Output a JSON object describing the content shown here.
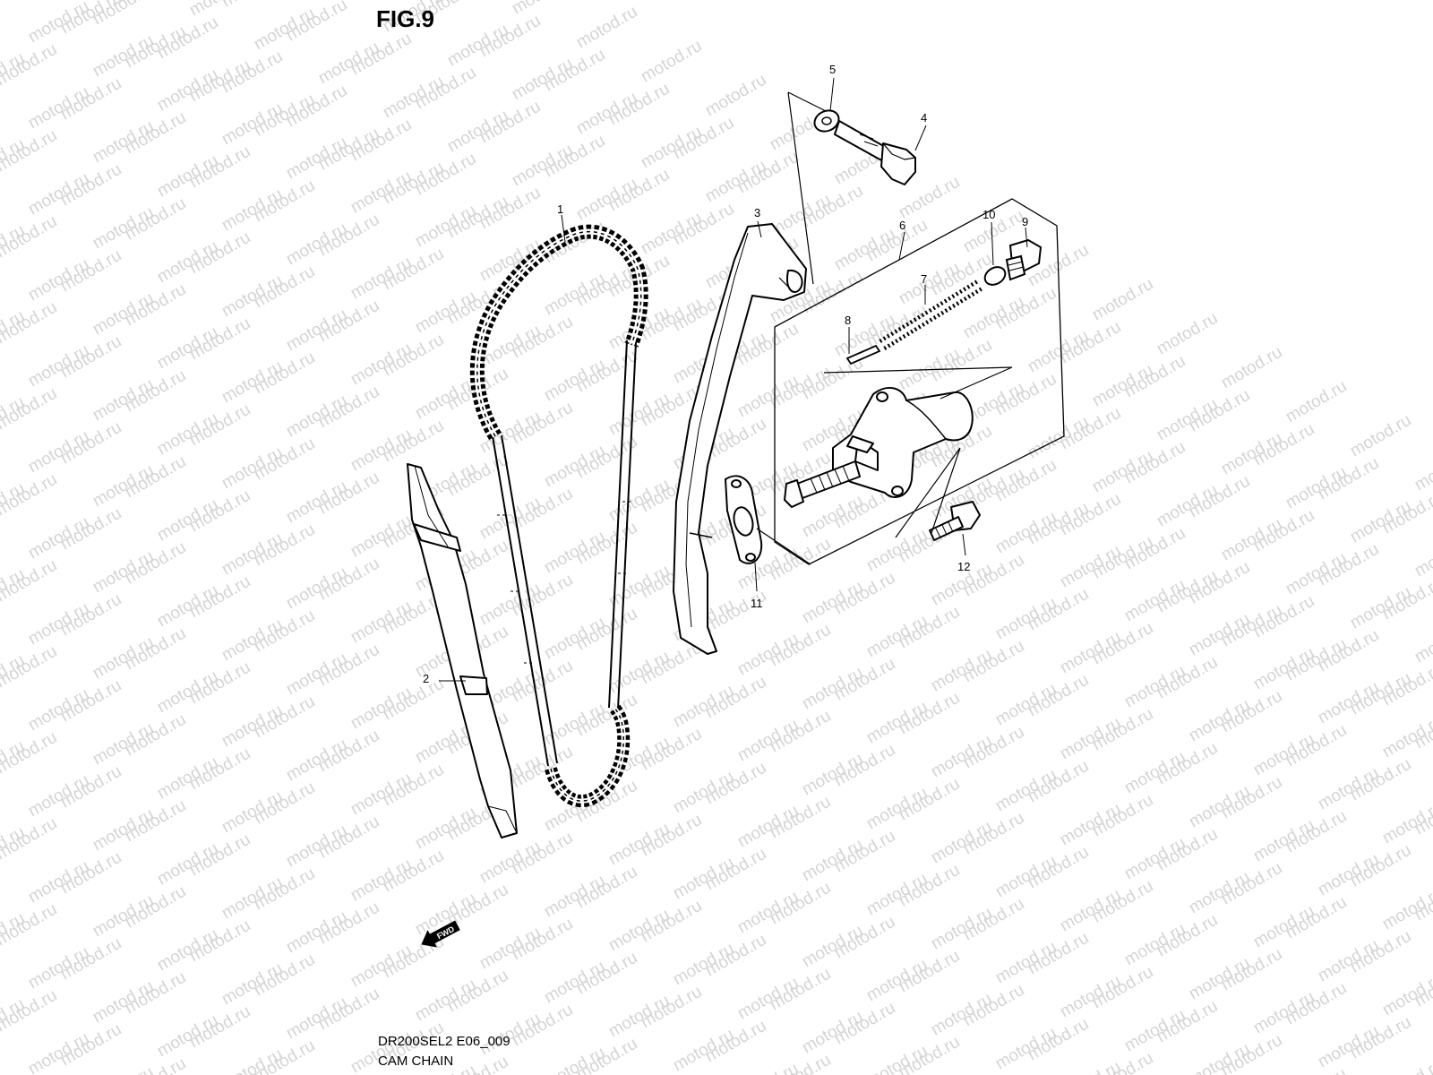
{
  "figure": {
    "title": "FIG.9",
    "diagram_code": "DR200SEL2 E06_009",
    "caption": "CAM CHAIN"
  },
  "watermark": {
    "text": "motod.ru",
    "color": "#d4d4d4"
  },
  "fwd_arrow": {
    "label": "FWD"
  },
  "callouts": [
    {
      "id": "1",
      "part": "cam-chain"
    },
    {
      "id": "2",
      "part": "cam-chain-guide-front"
    },
    {
      "id": "3",
      "part": "cam-chain-guide-rear"
    },
    {
      "id": "4",
      "part": "guide-bolt"
    },
    {
      "id": "5",
      "part": "washer"
    },
    {
      "id": "6",
      "part": "tensioner-assembly"
    },
    {
      "id": "7",
      "part": "spring"
    },
    {
      "id": "8",
      "part": "pin"
    },
    {
      "id": "9",
      "part": "plug"
    },
    {
      "id": "10",
      "part": "o-ring"
    },
    {
      "id": "11",
      "part": "gasket"
    },
    {
      "id": "12",
      "part": "tensioner-bolt"
    }
  ]
}
